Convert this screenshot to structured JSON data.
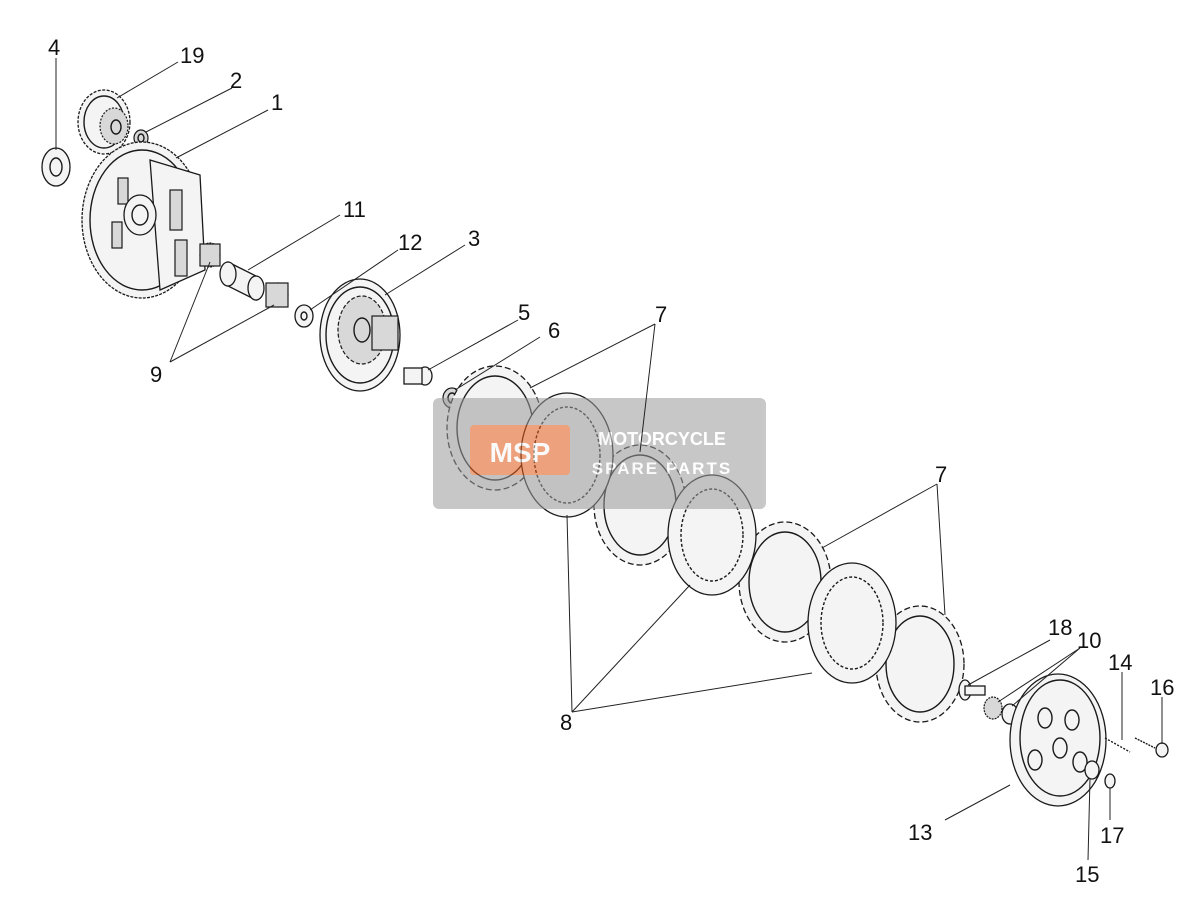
{
  "diagram": {
    "callouts": [
      {
        "id": "c4",
        "label": "4"
      },
      {
        "id": "c19",
        "label": "19"
      },
      {
        "id": "c2",
        "label": "2"
      },
      {
        "id": "c1",
        "label": "1"
      },
      {
        "id": "c11",
        "label": "11"
      },
      {
        "id": "c12",
        "label": "12"
      },
      {
        "id": "c3",
        "label": "3"
      },
      {
        "id": "c9",
        "label": "9"
      },
      {
        "id": "c5",
        "label": "5"
      },
      {
        "id": "c6",
        "label": "6"
      },
      {
        "id": "c7a",
        "label": "7"
      },
      {
        "id": "c7b",
        "label": "7"
      },
      {
        "id": "c8",
        "label": "8"
      },
      {
        "id": "c18",
        "label": "18"
      },
      {
        "id": "c10",
        "label": "10"
      },
      {
        "id": "c14",
        "label": "14"
      },
      {
        "id": "c16",
        "label": "16"
      },
      {
        "id": "c13",
        "label": "13"
      },
      {
        "id": "c17",
        "label": "17"
      },
      {
        "id": "c15",
        "label": "15"
      }
    ],
    "watermark": {
      "line1": "MOTORCYCLE",
      "line2": "SPARE PARTS",
      "badge": "MSP",
      "badge_color": "#e8601c",
      "panel_color": "#9a9a9a"
    }
  }
}
